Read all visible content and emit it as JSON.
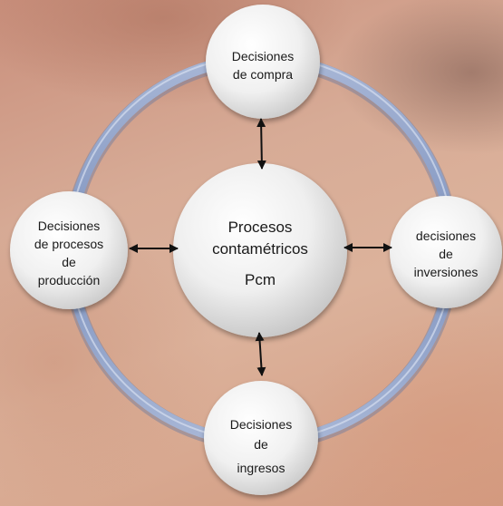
{
  "diagram": {
    "center": {
      "lines": [
        "Procesos",
        "contamétricos",
        "Pcm"
      ]
    },
    "top": {
      "lines": [
        "Decisiones",
        "de compra"
      ]
    },
    "right": {
      "lines": [
        "decisiones",
        "de",
        "inversiones"
      ]
    },
    "bottom": {
      "lines": [
        "Decisiones",
        "de",
        "ingresos"
      ]
    },
    "left": {
      "lines": [
        "Decisiones",
        "de procesos",
        "de",
        "producción"
      ]
    }
  },
  "colors": {
    "ring": "#8a9dc2",
    "node_fill": "#f2f2f2",
    "arrow": "#111111"
  }
}
